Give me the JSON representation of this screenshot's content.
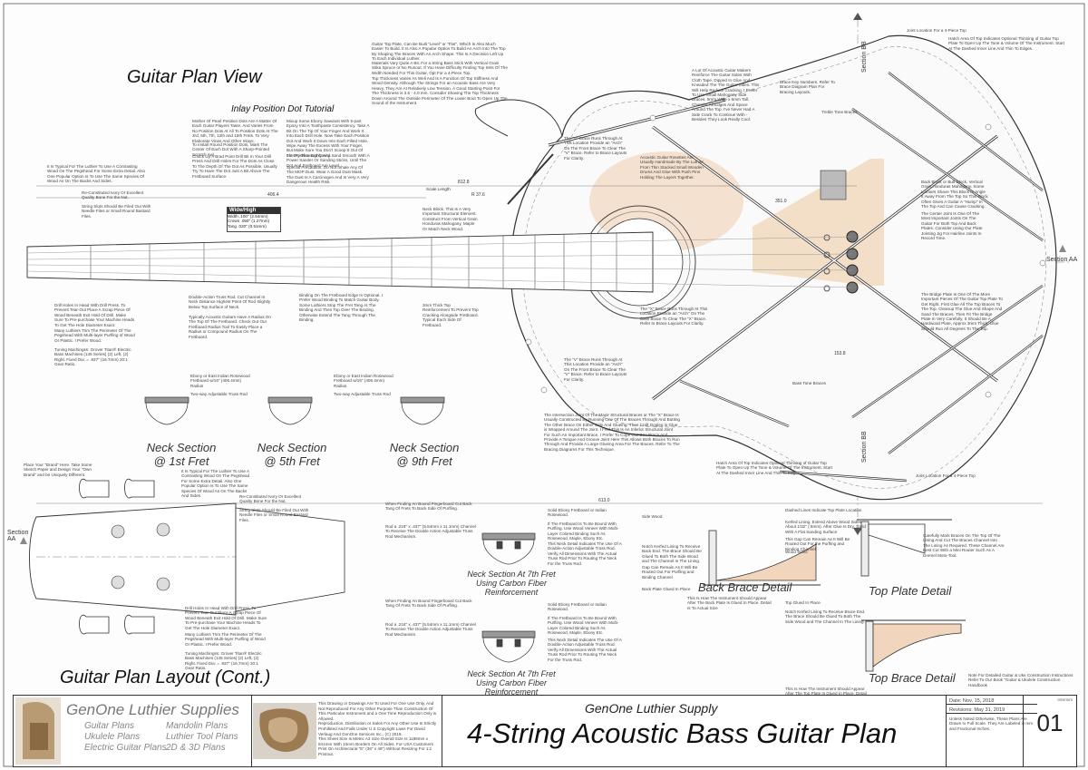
{
  "headings": {
    "plan_view": "Guitar Plan View",
    "plan_layout": "Guitar Plan Layout (Cont.)",
    "inlay_tutorial": "Inlay Position Dot Tutorial",
    "neck_1": "Neck Section\n@ 1st Fret",
    "neck_5": "Neck Section\n@ 5th Fret",
    "neck_9": "Neck Section\n@ 9th Fret",
    "neck_7a": "Neck Section At 7th Fret\nUsing Carbon Fiber\nReinforcement",
    "neck_7b": "Neck Section At 7th Fret\nUsing Carbon Fiber\nReinforcement",
    "back_brace": "Back Brace Detail",
    "top_plate": "Top Plate Detail",
    "top_brace": "Top Brace Detail"
  },
  "labels": {
    "section_aa_left": "Section\nAA",
    "section_aa_right": "Section AA",
    "section_bb_top": "Section BB",
    "section_bb_bottom": "Section BB",
    "scale_length": "Scale Length",
    "dim_1": "812.8",
    "dim_2": "406.4",
    "dim_3": "R 37.6",
    "dim_4": "613.0",
    "dim_5": "351.0",
    "dim_6": "153.8",
    "wide_high": "Wide/High",
    "wide_lines": [
      "Width .100\" (2.54mm)",
      "Crown .050\" (1.27mm)",
      "Tang .020\" (0.51mm)"
    ]
  },
  "notes": {
    "top_plate": "Guitar Top Plate, Can Be Built \"Level\" or \"Flat\", Which Is Also Much Easier To Build. It Is Also A Popular Option To Build An Arch Into The Top By Shaping The Braces With An Arch Shape. This Is A Decision Left Up To Each Individual Luthier.",
    "materials": "Materials Vary Quite A Bit. For a String Bass Stick With Vertical Grain Sitka Spruce or No Runout. If You Have Difficulty Finding Top Sets Of The Width Needed For This Guitar, Opt For a 4-Piece Top.",
    "thickness": "Top Thickness Varies As Well And Is A Function Of Top Stiffness And Wood Density. Although The Strings For an Acoustic Bass Are Very Heavy, They Are At Relatively Low Tension. A Good Starting Point For The Thickness is 3.5 - 4.0 mm. Consider Shaving The Top Thickness Down Around The Outside Perimeter Of The Lower Bout To Open Up The Sound of the Instrument.",
    "mop": "Mother Of Pearl Position Dots Are A Matter Of Each Guitar Players Taste. And Varies From No Position Dots At All To Position Dots At The 3rd, 5th, 7th, 12th and 15th Frets. To Very Elaborate Vines And Other Inlays.",
    "install": "To Install Round Position Dots, Mark The Center Of Each Dot With A Sharp-Pointed Scratch Awl.",
    "chuck": "Chuck Up A Brad Point Drill Bit In Your Drill Press And Drill Holes For The Dots As Close To The Depth Of The Dot As Possible. Usually Try To Have The Dot Just A Bit Above The Fretboard Surface.",
    "epoxy": "Mixup Some Ebony Sawdust With 5-part Epoxy Into A Toothpaste Consistency. Take A Bit On The Tip Of Your Finger And Work It Into Each Drill Hole. Now Take Each Position Dot And Work It Down Into Each Filled Hole. Wipe Away The Excess With Your Finger, But Make Sure You Don't Scoop It Out Of The Position Dot Cavity.",
    "sand": "Let Dry Thoroughly And Sand Smooth With A Power Sander Or Sanding Sticks, Until The Dot And Fretboard Are Level.",
    "special": "Special Precaution: Do Not Inhale Any Of The MOP Dust. Wear A Good Dust Mask. The Dust Is A Carcinogen And Is Very A Very Dangerous Health Risk.",
    "flat_luthier": "It Is Typical For The Luthier To Use A Contrasting Wood On The Pegshead For Some Extra Detail. Also One Popular Option Is To Use The Same Species Of Wood As On The Backs And Sides.",
    "reconstituted": "Re-Constituted Ivory Or Excellent Quality Bone For the Nut.",
    "string_slots": "String Slots Should Be Filed Out With Needle Files or Small Round Bastard Files.",
    "drill_holes": "Drill Holes In Head With Drill Press. To Prevent Tear-Out Place A Scrap Piece Of Wood Beneath Exit Hold Of Drill. Make Sure To Pre-purchase Your Machine Heads To Get The Hole Diameter Exact.",
    "many_luthiers": "Many Luthiers Trim The Perimeter Of The Pegshead With Multi-layer Purfling of Wood Or Plastic. I Prefer Wood.",
    "tuning": "Tuning Machingss: Grover Titan® Electric Bass Machines (145 Series) (2) Left, (2) Right. Fixed Dia: = .937\" (16.7mm) 20:1 Gear Ratio.",
    "double_action": "Double-Action Truss Rod. Cut Channel In Neck Distance Highest Point Of Rod Slightly Below Top Surface of Neck.",
    "typical_radius": "Typically Acoustic Guitars Have A Radius On The Top Of The Fretboard. Check Out Our Fretboard Radius Tool To Easily Place a Radius or Compound Radius On The Fretboard.",
    "binding": "Binding On The Fretboard Edge Is Optional. I Prefer Wood Binding To Match Guitar Body. Some Luthiers Stop The Fret Tang At The Binding And Then Top Over The Binding. Otherwise Extend The Tang Through The Binding.",
    "neck_block": "Neck Block. This Is A Very Important Structural Element. Construct From Vertical Grain Honduras Mahogany, Maple Or Match Neck Wood.",
    "thin_top": "3mm Thick Top Reinforcement To Prevent Top Cracking Alongside Fretboard. Typical Each Side Of Fretboard.",
    "acoustic_rosettes": "Acoustic Guitar Rosettes Are Usually Handmade By The Luthier From Thin Stacked Small Wooden Drums And Glue With Push Pins Holding The Layers Together.",
    "v_brace": "The \"V\" Brace Runs Through At This Location Provide an \"Arch\" On The Front Brace To Clear The \"V\" Brace. Refer to Brace Layouts For Clarity.",
    "x_brace": "The \"X\" Brace Runs Through At This Location Provide an \"Arch\" On The Bass Brace To Clear The \"X\" Brace. Refer to Brace Layouts For Clarity.",
    "v_brace2": "The \"V\" Brace Runs Through At This Location Provide an \"Arch\" On The Front Brace To Clear The \"V\" Brace. Refer to Brace Layouts For Clarity.",
    "intersection": "The Intersection Joint Of The Major Structural Braces or The \"X\" Brace Is Usually Constructed By Running One Of The Braces Through And Butting The Other Brace On Either Side And Glueing. Then Craft Dogleg in Glue is Wrapped Around The Joint. I Feel This Is An Inferior Structural Joint For Such An Important Brace. I Prefer To Cope Out One Brace And Provide A Tongue And Groove Joint Here This Allows Both Braces To Run Through And Provide A Large Glueing Area For The Braces. Refer To The Bracing Diagrams For This Technique.",
    "hatch_top": "Hatch Area Of Top Indicates Optional Thinning of Guitar Top Plate To Open Up The Tone & Volume Of The Instrument. Start At The Dashed Inner Line And Thin To Edges.",
    "hatch_bottom": "Hatch Area Of Top Indicates Optional Thinning of Guitar Top Plate To Open Up The Tone & Volume Of The Instrument. Start At The Dashed Inner Line And Thin To Edges.",
    "kerfed_lining": "A Lot Of Acoustic Guitar Makers Reinforce The Guitar Sides With Cloth Tape. Dipped In Glue And Kneaded The The Guitar Sides. This Will Help Reduce Cracking. I Prefer To Use Small Mahogany Side Braces. 5mm Wide x 6mm Tall. Chamfer All Edges And Space Around The Top. I've Never Had A Side Crack To Continue With - Besides They Look Really Cool.",
    "brace_key": "Brace Key Numbers. Refer To Brace Diagram Plan For Bracing Layouts.",
    "treble_tone": "Treble Tone Braces",
    "bass_tone": "Bass Tone Braces",
    "back_block": "Back Block or Butt Block. Vertical Grain Honduras Mahogany. Some Luthiers Shave This Block In Angle It Away From The Top So This Block Often Gives A Guitar A \"Hump\" In The Top And Can Cause Cracking.",
    "center_joint": "The Center Joint Is One Of The Most Important Joints On The Guitar For Both Top And Back Plates. Consider Using Our Plate Jointing Jig For Hairline Joints In Record Time.",
    "bridge_plate": "The Bridge Plate Is One Of The More Important Pieces Of The Guitar Top Plate To Get Right. First Glue All The Top Braces To The Top. Cleanup The Glue And Shape And Sand The Braces. Then Fit The Bridge Plate In Very Carefully. It Should Be A Hardwood Plate, Approx 3mm Thick. Glue Should Run All Degrees To The Top.",
    "joint_location_top": "Joint Location For a 4-Piece Top",
    "joint_location_bottom": "Joint Location For a 4-Piece Top",
    "ebony_1": "Ebony or East Indian Rosewood Fretboard w/16\" (406.4mm) Radius",
    "ebony_2": "Ebony or East Indian Rosewood Fretboard w/16\" (406.4mm) Radius",
    "two_way_1": "Two-way Adjustable Truss Rod",
    "two_way_2": "Two-way Adjustable Truss Rod",
    "place_brand": "Place Your \"Brand\" Here. Take Some Sketch Paper and Design Your \"Own Brand\" and be Uniquely Different.",
    "when_finding_1": "When Finding An Bound Fingerboard Cut Back Tang Of Frets To Back Side Of Purfling.",
    "solid_ebony_1": "Solid Ebony Fretboard or Indian Rosewood.",
    "if_fretboard_1": "If The Fretboard Is To Be Bound With Purfling. Use Wood Veneer With Multi-Layer Colored Binding Such As Rosewood, Maple, Ebony Etc.",
    "rod_1": "Rod a .218\" x .437\" (5.54mm x 11.1mm) Channel To Receive The Double Action Adjustable Truss Rod Mechanism.",
    "neck_detail_1": "This Neck Detail Indicates The Use Of A Double-Action Adjustable Truss Rod. Verify All Dimensions With The Actual Truss Rod Prior To Routing The Neck For the Truss Rod.",
    "side_wood": "Side Wood",
    "notch_kerfed": "Notch Kerfed Lining To Receive Back End. The Brace Should Be Glued To Both The Side Wood and The Channel In The Lining.",
    "gap_can": "Gap Can Remain As It Will Be Routed Out For Purfling and Binding Channel",
    "back_plate": "Back Plate Glued In Place",
    "this_is_how_1": "This Is How The Instrument Should Appear After The Back Plate Is Glued In Place. Detail Is To Actual Size",
    "dashed_lines": "Dashed Lines Indicate Top Plate Location",
    "kerfed_lining_2": "Kerfed Lining. Extend Above Wood Sides About 1/32\" (.8mm). After Glue Is Dry, Sand With A Flat Sanding Surface",
    "this_gap": "This Gap Can Remain As It Will Be Routed Out For the Purfling and Binding Channel",
    "wood_sides": "Wood Sides",
    "carefully_mark": "Carefully Mark Braces On The Top Of The Lining And Cut The Braces Channel Into The Lining As Required. These Channel Are Best Cut With a Mini Router Such As A Dremel Moto-Tool.",
    "top_glued": "Top Glued In Place",
    "notch_kerfed_2": "Notch Kerfed Lining To Receive Brace End. The Brace Should Be Glued To Both The Side Wood and The Channel In The Lining.",
    "this_is_how_2": "This Is How The Instrument Should Appear After The Top Plate Is Glued In Place. Detail Is To Actual Size",
    "detailed_note": "Note For Detailed Guitar & Uke Construction Instructions Refer To Our Book \"Guitar & Ukulele Construction Handbook"
  },
  "title_block": {
    "brand": "GenOne Luthier Supplies",
    "links": [
      "Guitar Plans",
      "Ukulele Plans",
      "Electric Guitar Plans",
      "Mandolin Plans",
      "Luthier Tool Plans",
      "2D & 3D Plans"
    ],
    "disclaimer": "This Drawing or Drawings Are To Used For One Use Only, And Not Reproduced For Any Other Purpose Than Construction Of This Particular Instrument and a One Time Reproduction Only is Allowed.\nReproduction, Distribution or Sales For Any Other Use Is Strictly Prohibited And Falls Under U.S Copyright Laws For David Verlaug And GenOne Services Inc., (C) 2019.\nThis Sheet Size Is Metric A3 Size Overall Size Is 1189mm x 841mm With 10mm Borders On All Sides. For USA Customers Print On Architectural \"E\" (36\" x 48\") Without Resizing For 1:1 Printout.",
    "company": "GenOne Luthier Supply",
    "title": "4-String Acoustic Bass Guitar Plan",
    "date": "Date: Nov. 15, 2018",
    "revisions": "Revisions: May 31, 2019",
    "units_note": "Unless Noted Otherwise, These Plans Are Drawn to Full Scale. They Are Labeled in mm and Fractional Inches.",
    "sheet_label": "Interiors",
    "sheet_no": "01"
  },
  "colors": {
    "line": "#444444",
    "tint": "#f1d6bd",
    "accent": "#f0d2b0",
    "dark": "#222222"
  }
}
